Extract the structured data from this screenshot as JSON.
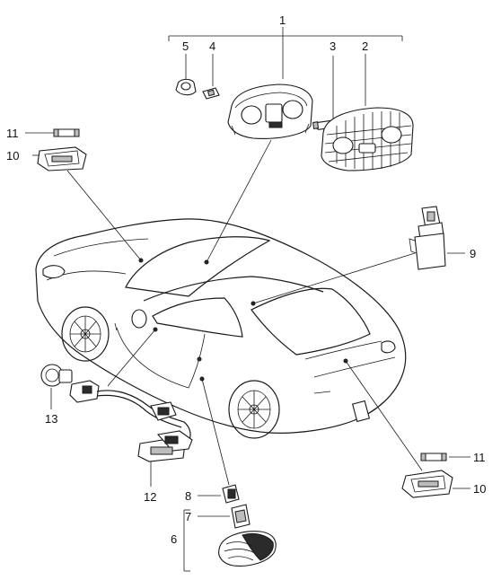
{
  "callouts": [
    {
      "id": "c1",
      "text": "1"
    },
    {
      "id": "c2",
      "text": "2"
    },
    {
      "id": "c3",
      "text": "3"
    },
    {
      "id": "c4",
      "text": "4"
    },
    {
      "id": "c5",
      "text": "5"
    },
    {
      "id": "c6",
      "text": "6"
    },
    {
      "id": "c7",
      "text": "7"
    },
    {
      "id": "c8",
      "text": "8"
    },
    {
      "id": "c9",
      "text": "9"
    },
    {
      "id": "c10a",
      "text": "10"
    },
    {
      "id": "c10b",
      "text": "10"
    },
    {
      "id": "c11a",
      "text": "11"
    },
    {
      "id": "c11b",
      "text": "11"
    },
    {
      "id": "c12",
      "text": "12"
    },
    {
      "id": "c13",
      "text": "13"
    }
  ],
  "colors": {
    "line": "#1a1a1a",
    "background": "#ffffff"
  }
}
